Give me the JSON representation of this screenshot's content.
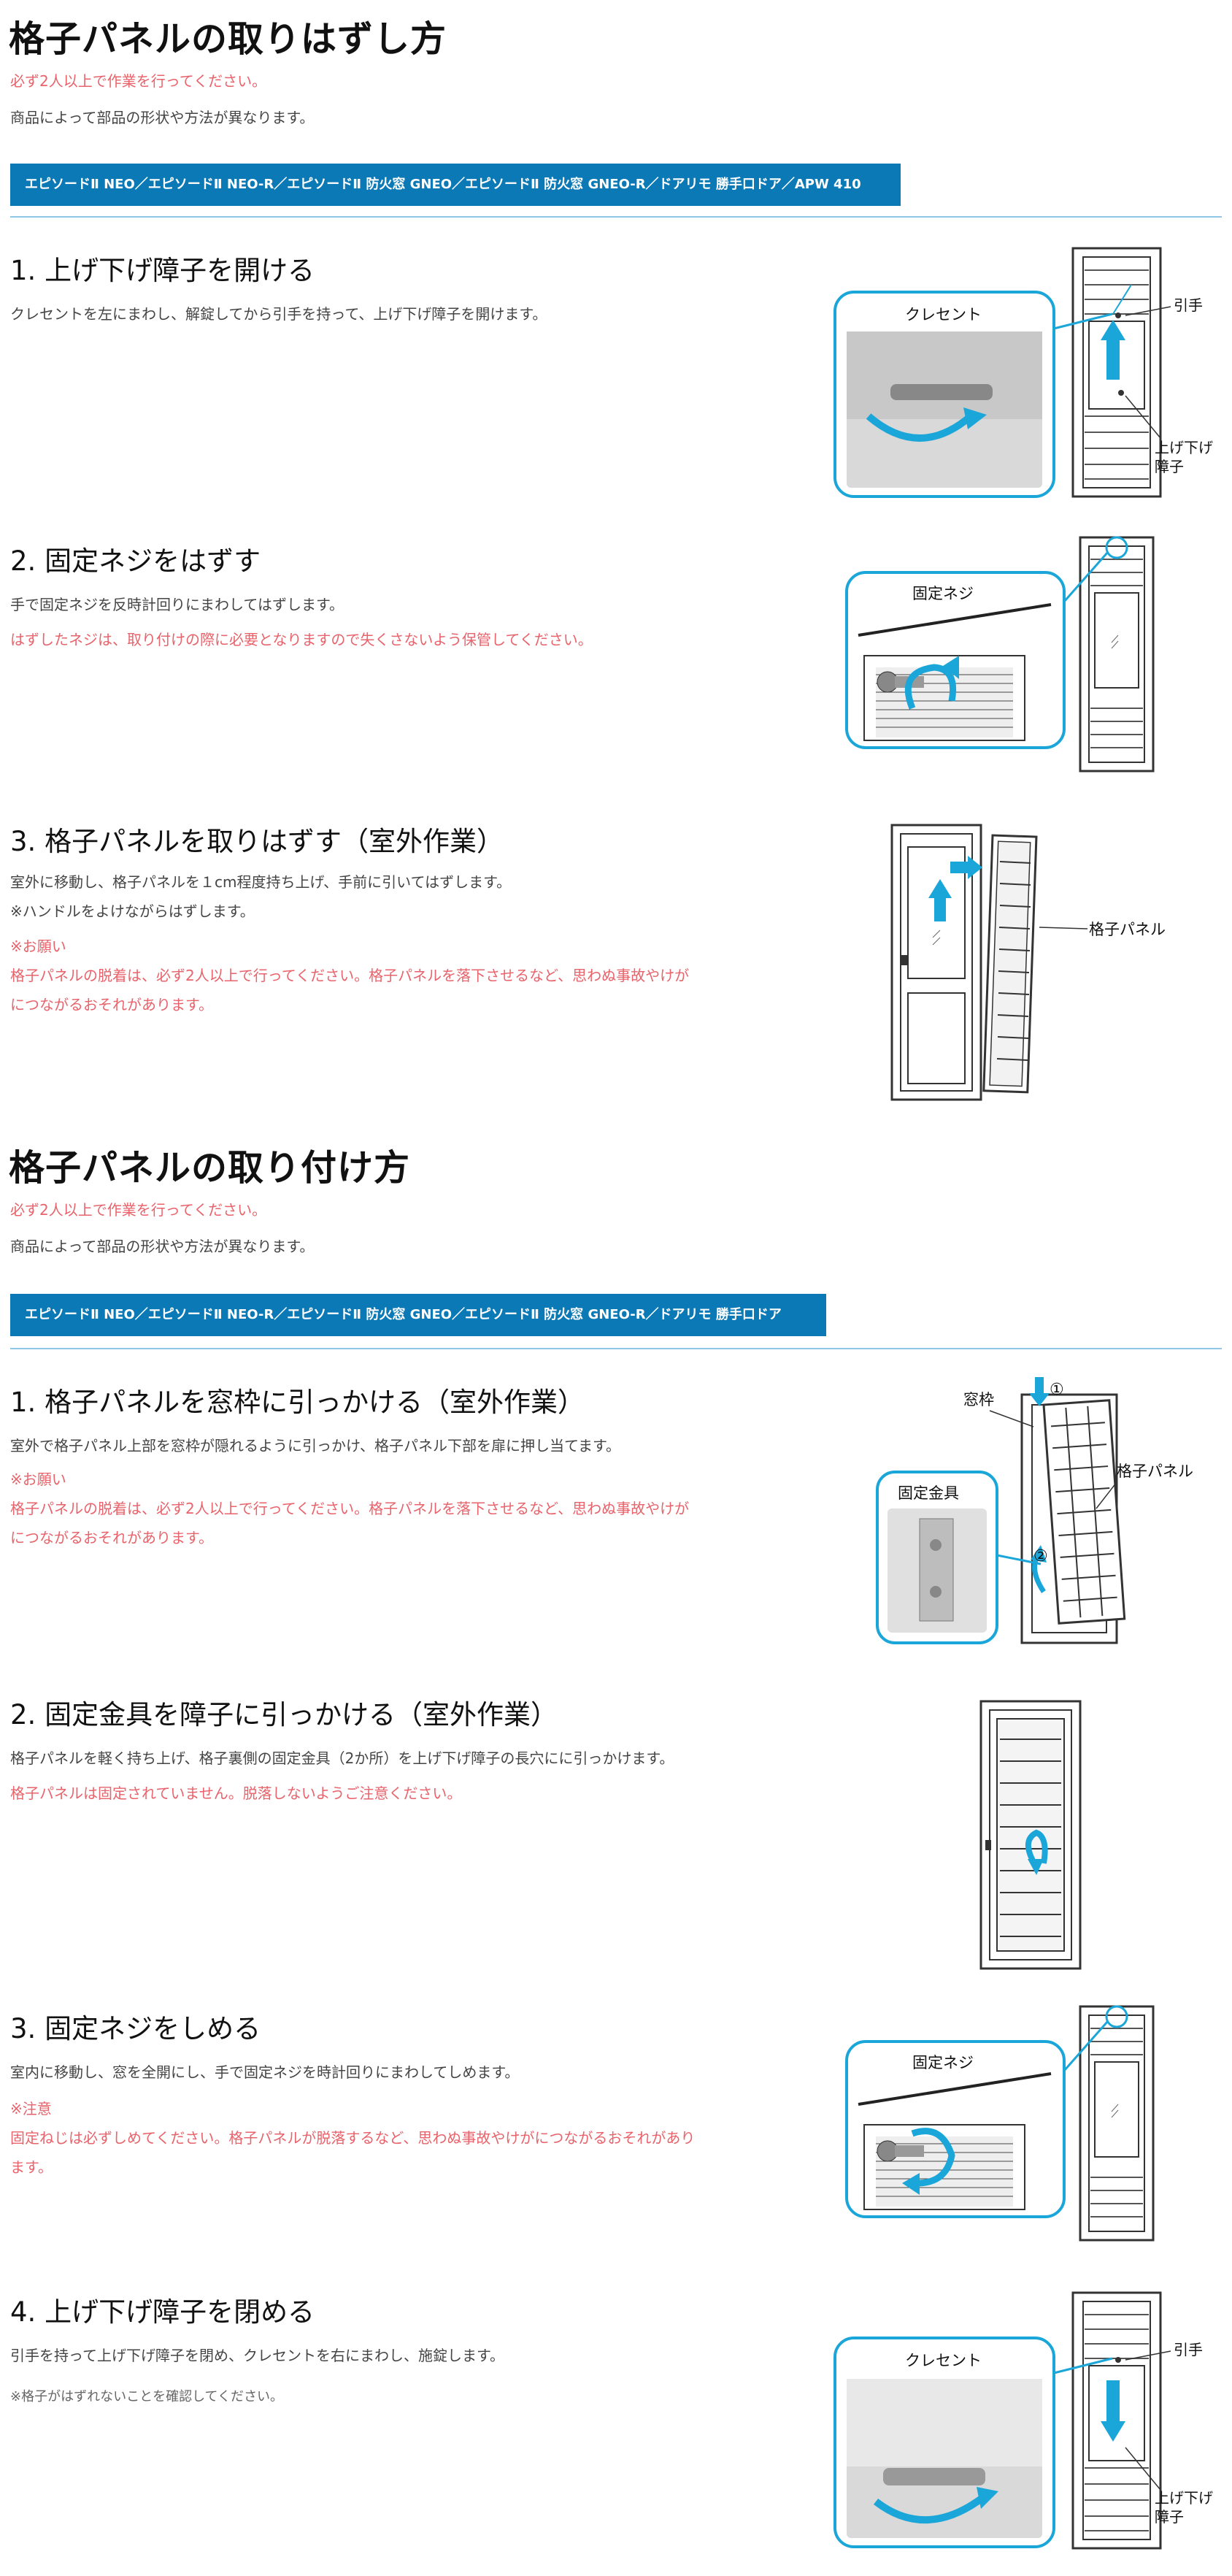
{
  "removal": {
    "title": "格子パネルの取りはずし方",
    "warning": "必ず2人以上で作業を行ってください。",
    "note": "商品によって部品の形状や方法が異なります。",
    "tag": "エピソードⅡ NEO／エピソードⅡ NEO-R／エピソードⅡ 防火窓 GNEO／エピソードⅡ 防火窓 GNEO-R／ドアリモ 勝手口ドア／APW 410",
    "steps": [
      {
        "title": "1. 上げ下げ障子を開ける",
        "text": "クレセントを左にまわし、解錠してから引手を持って、上げ下げ障子を開けます。",
        "callout": "クレセント",
        "label1": "引手",
        "label2": "上げ下げ",
        "label3": "障子"
      },
      {
        "title": "2. 固定ネジをはずす",
        "text": "手で固定ネジを反時計回りにまわしてはずします。",
        "warn": "はずしたネジは、取り付けの際に必要となりますので失くさないよう保管してください。",
        "callout": "固定ネジ"
      },
      {
        "title": "3. 格子パネルを取りはずす（室外作業）",
        "text1": "室外に移動し、格子パネルを１cm程度持ち上げ、手前に引いてはずします。",
        "text2": "※ハンドルをよけながらはずします。",
        "warn_head": "※お願い",
        "warn1": "格子パネルの脱着は、必ず2人以上で行ってください。格子パネルを落下させるなど、思わぬ事故やけが",
        "warn2": "につながるおそれがあります。",
        "label": "格子パネル"
      }
    ]
  },
  "install": {
    "title": "格子パネルの取り付け方",
    "warning": "必ず2人以上で作業を行ってください。",
    "note": "商品によって部品の形状や方法が異なります。",
    "tag": "エピソードⅡ NEO／エピソードⅡ NEO-R／エピソードⅡ 防火窓 GNEO／エピソードⅡ 防火窓 GNEO-R／ドアリモ 勝手口ドア",
    "steps": [
      {
        "title": "1. 格子パネルを窓枠に引っかける（室外作業）",
        "text": "室外で格子パネル上部を窓枠が隠れるように引っかけ、格子パネル下部を扉に押し当てます。",
        "warn_head": "※お願い",
        "warn1": "格子パネルの脱着は、必ず2人以上で行ってください。格子パネルを落下させるなど、思わぬ事故やけが",
        "warn2": "につながるおそれがあります。",
        "label_frame": "窓枠",
        "label_panel": "格子パネル",
        "callout": "固定金具",
        "num1": "①",
        "num2": "②"
      },
      {
        "title": "2. 固定金具を障子に引っかける（室外作業）",
        "text": "格子パネルを軽く持ち上げ、格子裏側の固定金具（2か所）を上げ下げ障子の長穴にに引っかけます。",
        "warn": "格子パネルは固定されていません。脱落しないようご注意ください。"
      },
      {
        "title": "3. 固定ネジをしめる",
        "text": "室内に移動し、窓を全開にし、手で固定ネジを時計回りにまわしてしめます。",
        "warn_head": "※注意",
        "warn1": "固定ねじは必ずしめてください。格子パネルが脱落するなど、思わぬ事故やけがにつながるおそれがあり",
        "warn2": "ます。",
        "callout": "固定ネジ"
      },
      {
        "title": "4. 上げ下げ障子を閉める",
        "text": "引手を持って上げ下げ障子を閉め、クレセントを右にまわし、施錠します。",
        "note": "※格子がはずれないことを確認してください。",
        "callout": "クレセント",
        "label1": "引手",
        "label2": "上げ下げ",
        "label3": "障子"
      }
    ]
  },
  "colors": {
    "accent": "#1aa6d9",
    "tag_bg": "#0b79b5",
    "warning": "#e8636b",
    "rule": "#8fc6e6"
  }
}
